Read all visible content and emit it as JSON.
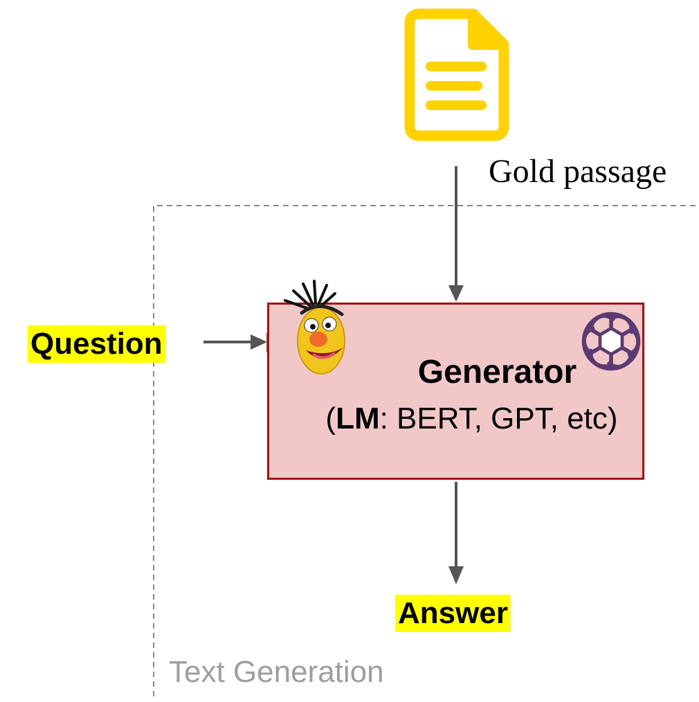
{
  "diagram": {
    "region": {
      "label": "Text Generation"
    },
    "inputs": {
      "passage_label": "Gold passage",
      "question_label": "Question"
    },
    "generator": {
      "title": "Generator",
      "subtitle_open": "(",
      "subtitle_bold": "LM",
      "subtitle_rest": ": BERT, GPT, etc)"
    },
    "output": {
      "answer_label": "Answer"
    },
    "icons": {
      "document": "document-icon",
      "bert": "bert-muppet-icon",
      "openai": "openai-logo-icon"
    },
    "colors": {
      "highlight": "#ffff00",
      "generator_fill": "#f2c7c7",
      "generator_border": "#a31414",
      "document_icon": "#ffd200",
      "openai_logo": "#5b3a72",
      "connector": "#555555",
      "region_border": "#888888"
    }
  }
}
